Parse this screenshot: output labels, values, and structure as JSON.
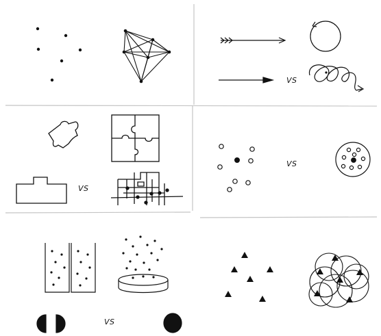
{
  "panels": [
    {
      "id": "network-panel",
      "vs_label": ""
    },
    {
      "id": "direction-panel",
      "vs_label": "VS"
    },
    {
      "id": "puzzle-panel",
      "vs_label": "VS"
    },
    {
      "id": "dots-cell-panel",
      "vs_label": "VS"
    },
    {
      "id": "container-panel",
      "vs_label": "VS"
    },
    {
      "id": "triangle-circles-panel",
      "vs_label": ""
    }
  ],
  "colors": {
    "background": "#ffffff",
    "stroke": "#111111",
    "divider": "#bdbdbd"
  }
}
